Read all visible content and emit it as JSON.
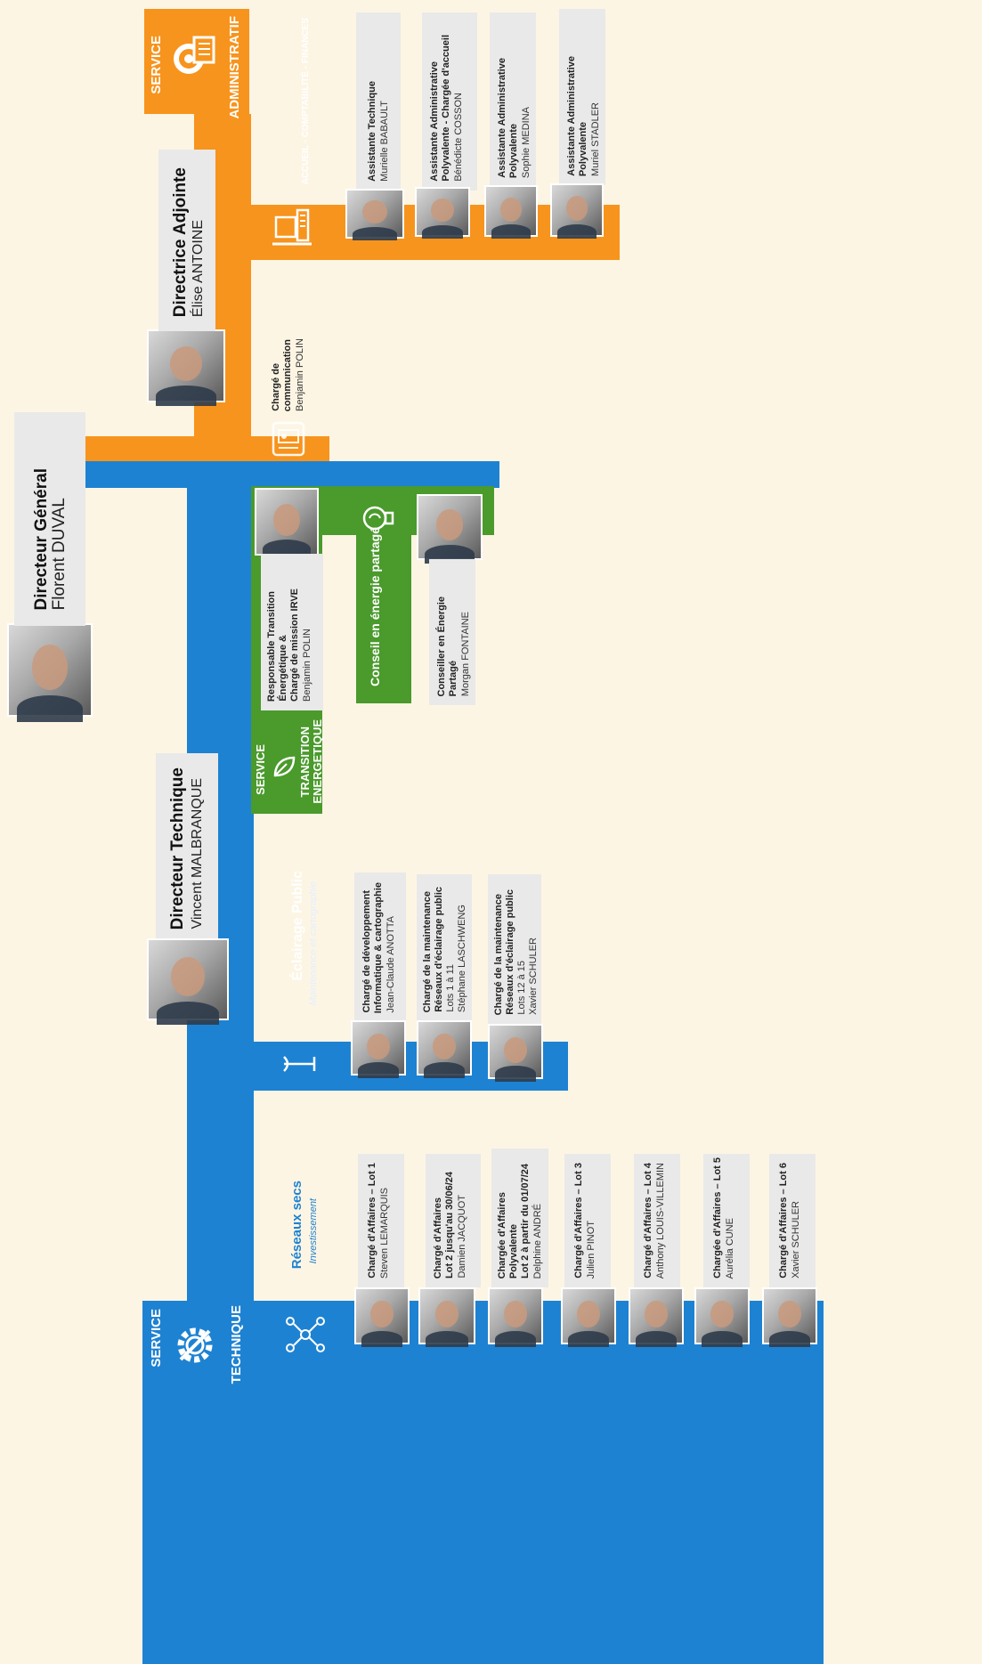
{
  "directeur_general": {
    "role": "Directeur Général",
    "name": "Florent DUVAL"
  },
  "directrice_adjointe": {
    "role": "Directrice Adjointe",
    "name": "Élise ANTOINE"
  },
  "directeur_technique": {
    "role": "Directeur Technique",
    "name": "Vincent MALBRANQUE"
  },
  "service_administratif": {
    "label_top": "SERVICE",
    "label_bottom": "ADMINISTRATIF",
    "subtitle": "ACCUEIL - COMPTABILITÉ - FINANCES",
    "staff": [
      {
        "role1": "Assistante Technique",
        "role2": "",
        "role3": "",
        "name": "Murielle BABAULT"
      },
      {
        "role1": "Assistante Administrative",
        "role2": "Polyvalente - Chargée d'accueil",
        "role3": "",
        "name": "Bénédicte COSSON"
      },
      {
        "role1": "Assistante Administrative",
        "role2": "Polyvalente",
        "role3": "",
        "name": "Sophie MEDINA"
      },
      {
        "role1": "Assistante Administrative",
        "role2": "Polyvalente",
        "role3": "",
        "name": "Muriel STADLER"
      }
    ]
  },
  "communication": {
    "role1": "Chargé de",
    "role2": "communication",
    "name": "Benjamin POLIN"
  },
  "service_transition": {
    "label_top": "SERVICE",
    "label_mid": "TRANSITION",
    "label_bottom": "ENERGETIQUE",
    "resp": {
      "role1": "Responsable Transition",
      "role2": "Énergétique &",
      "role3": "Chargé de mission IRVE",
      "name": "Benjamin POLIN"
    },
    "cep_title": "Conseil en énergie partagé",
    "cep": {
      "role1": "Conseiller en Énergie",
      "role2": "Partagé",
      "name": "Morgan FONTAINE"
    }
  },
  "eclairage": {
    "title": "Éclairage Public",
    "subtitle": "Maintenance et cartographie",
    "staff": [
      {
        "role1": "Chargé de développement",
        "role2": "Informatique & cartographie",
        "role3": "",
        "name": "Jean-Claude ANOTTA"
      },
      {
        "role1": "Chargé de la maintenance",
        "role2": "Réseaux d'éclairage public",
        "role3": "Lots 1 à 11",
        "name": "Stéphane LASCHWENG"
      },
      {
        "role1": "Chargé de la maintenance",
        "role2": "Réseaux d'éclairage public",
        "role3": "Lots 12 à 15",
        "name": "Xavier SCHULER"
      }
    ]
  },
  "reseaux_secs": {
    "title": "Réseaux secs",
    "subtitle": "Investissement",
    "staff": [
      {
        "role1": "Chargé d'Affaires – Lot 1",
        "role2": "",
        "role3": "",
        "name": "Steven LEMARQUIS"
      },
      {
        "role1": "Chargé d'Affaires",
        "role2": "Lot 2 jusqu'au 30/06/24",
        "role3": "",
        "name": "Damien JACQUOT"
      },
      {
        "role1": "Chargée d'Affaires",
        "role2": "Polyvalente",
        "role3": "Lot 2 à partir du 01/07/24",
        "name": "Delphine ANDRÉ"
      },
      {
        "role1": "Chargé d'Affaires – Lot 3",
        "role2": "",
        "role3": "",
        "name": "Julien PINOT"
      },
      {
        "role1": "Chargé d'Affaires – Lot 4",
        "role2": "",
        "role3": "",
        "name": "Anthony LOUIS-VILLEMIN"
      },
      {
        "role1": "Chargée d'Affaires – Lot 5",
        "role2": "",
        "role3": "",
        "name": "Aurélia CUNE"
      },
      {
        "role1": "Chargé d'Affaires – Lot 6",
        "role2": "",
        "role3": "",
        "name": "Xavier SCHULER"
      }
    ]
  },
  "service_technique": {
    "label_top": "SERVICE",
    "label_bottom": "TECHNIQUE"
  }
}
